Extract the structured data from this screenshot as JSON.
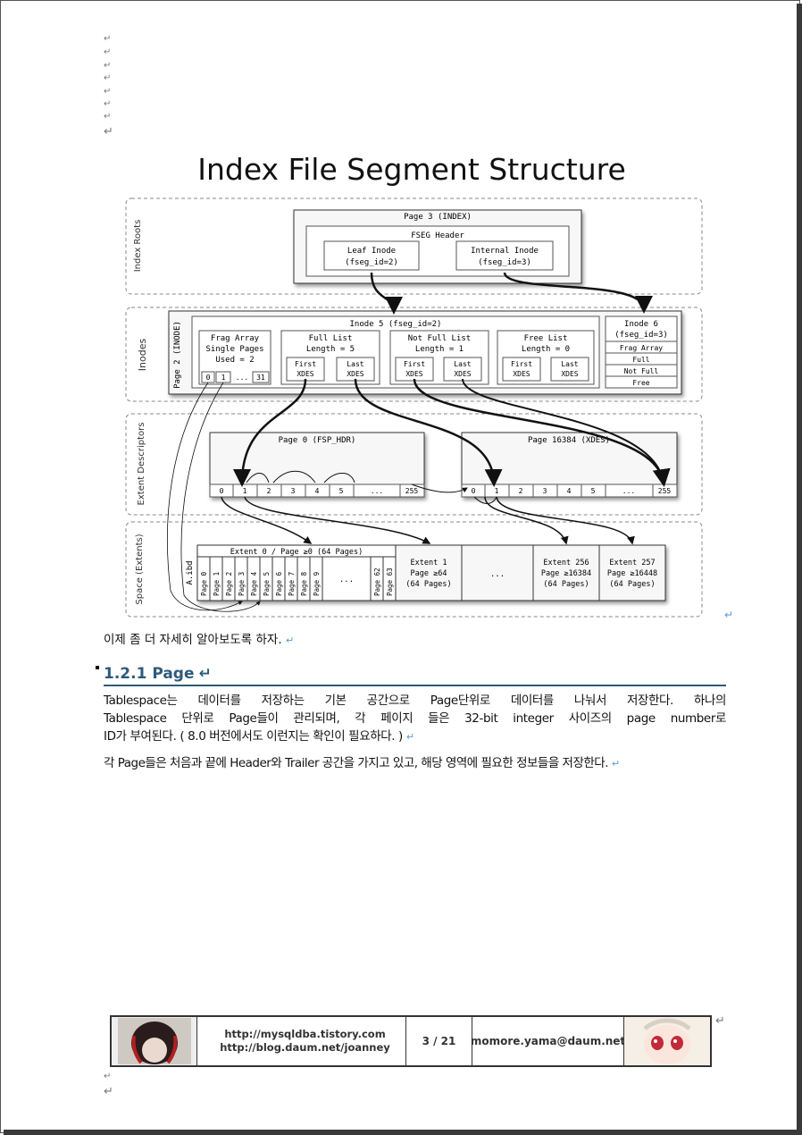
{
  "figure": {
    "title": "Index File Segment Structure",
    "rows": {
      "index_roots": "Index Roots",
      "inodes": "Inodes",
      "extent_descriptors": "Extent Descriptors",
      "space": "Space (Extents)"
    },
    "page3": {
      "title": "Page 3 (INDEX)",
      "fseg": "FSEG Header",
      "leaf_1": "Leaf Inode",
      "leaf_2": "(fseg_id=2)",
      "internal_1": "Internal Inode",
      "internal_2": "(fseg_id=3)"
    },
    "page2": {
      "side_label": "Page 2 (INODE)",
      "inode5_title": "Inode 5 (fseg_id=2)",
      "frag": {
        "l1": "Frag Array",
        "l2": "Single Pages",
        "l3": "Used = 2",
        "c0": "0",
        "c1": "1",
        "c2": "...",
        "c3": "31"
      },
      "full_list": {
        "l1": "Full List",
        "l2": "Length = 5"
      },
      "not_full_list": {
        "l1": "Not Full List",
        "l2": "Length = 1"
      },
      "free_list": {
        "l1": "Free List",
        "l2": "Length = 0"
      },
      "first_1": "First",
      "first_2": "XDES",
      "last_1": "Last",
      "last_2": "XDES",
      "inode6": {
        "l1": "Inode 6",
        "l2": "(fseg_id=3)",
        "r1": "Frag Array",
        "r2": "Full",
        "r3": "Not Full",
        "r4": "Free"
      }
    },
    "page0": {
      "title": "Page 0 (FSP_HDR)",
      "cells": [
        "0",
        "1",
        "2",
        "3",
        "4",
        "5",
        "...",
        "255"
      ]
    },
    "page16384": {
      "title": "Page 16384 (XDES)",
      "cells": [
        "0",
        "1",
        "2",
        "3",
        "4",
        "5",
        "...",
        "255"
      ]
    },
    "space": {
      "file": "A.ibd",
      "extent0": "Extent 0 / Page ≥0 (64 Pages)",
      "pages": [
        "Page 0",
        "Page 1",
        "Page 2",
        "Page 3",
        "Page 4",
        "Page 5",
        "Page 6",
        "Page 7",
        "Page 8",
        "Page 9"
      ],
      "ellipsis": "...",
      "page62": "Page 62",
      "page63": "Page 63",
      "extent1": {
        "l1": "Extent 1",
        "l2": "Page ≥64",
        "l3": "(64 Pages)"
      },
      "mid_ellipsis": "...",
      "extent256": {
        "l1": "Extent 256",
        "l2": "Page ≥16384",
        "l3": "(64 Pages)"
      },
      "extent257": {
        "l1": "Extent 257",
        "l2": "Page ≥16448",
        "l3": "(64 Pages)"
      }
    }
  },
  "text": {
    "intro": "이제 좀 더 자세히 알아보도록 하자.",
    "heading": "1.2.1 Page",
    "para1_line1": "Tablespace는 데이터를 저장하는 기본 공간으로 Page단위로 데이터를 나눠서 저장한다. 하나의",
    "para1_line2": "Tablespace 단위로 Page들이 관리되며, 각 페이지 들은 32-bit integer 사이즈의 page number로",
    "para1_line3": "ID가 부여된다. ( 8.0 버전에서도 이런지는 확인이 필요하다. )",
    "para2": "각 Page들은 처음과 끝에 Header와 Trailer 공간을 가지고 있고, 해당 영역에 필요한 정보들을 저장한다.",
    "return_mark": "↵"
  },
  "footer": {
    "url1": "http://mysqldba.tistory.com",
    "url2": "http://blog.daum.net/joanney",
    "page": "3 / 21",
    "email": "momore.yama@daum.net"
  }
}
